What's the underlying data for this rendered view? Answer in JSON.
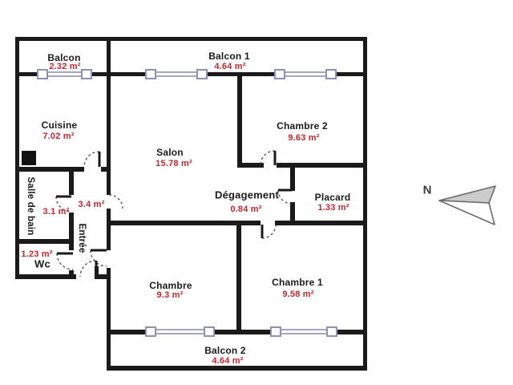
{
  "rooms": {
    "balcon": {
      "name": "Balcon",
      "area": "2.32 m²"
    },
    "balcon1": {
      "name": "Balcon 1",
      "area": "4.64 m²"
    },
    "cuisine": {
      "name": "Cuisine",
      "area": "7.02 m²"
    },
    "salon": {
      "name": "Salon",
      "area": "15.78 m²"
    },
    "chambre2": {
      "name": "Chambre 2",
      "area": "9.63 m²"
    },
    "salle_de_bain": {
      "name": "Salle de bain",
      "area": "3.1 m²"
    },
    "entree": {
      "name": "Entrée",
      "area": "3.4 m²"
    },
    "wc": {
      "name": "Wc",
      "area": "1.23 m²"
    },
    "degagement": {
      "name": "Dégagement",
      "area": "0.84 m²"
    },
    "placard": {
      "name": "Placard",
      "area": "1.33 m²"
    },
    "chambre": {
      "name": "Chambre",
      "area": "9.3 m²"
    },
    "chambre1": {
      "name": "Chambre 1",
      "area": "9.58 m²"
    },
    "balcon2": {
      "name": "Balcon 2",
      "area": "4.64 m²"
    }
  },
  "compass": {
    "label": "N"
  },
  "colors": {
    "wall": "#1a1a1a",
    "area_text": "#c5262c",
    "window": "#8f90b8",
    "compass_fill": "#cccccc"
  }
}
